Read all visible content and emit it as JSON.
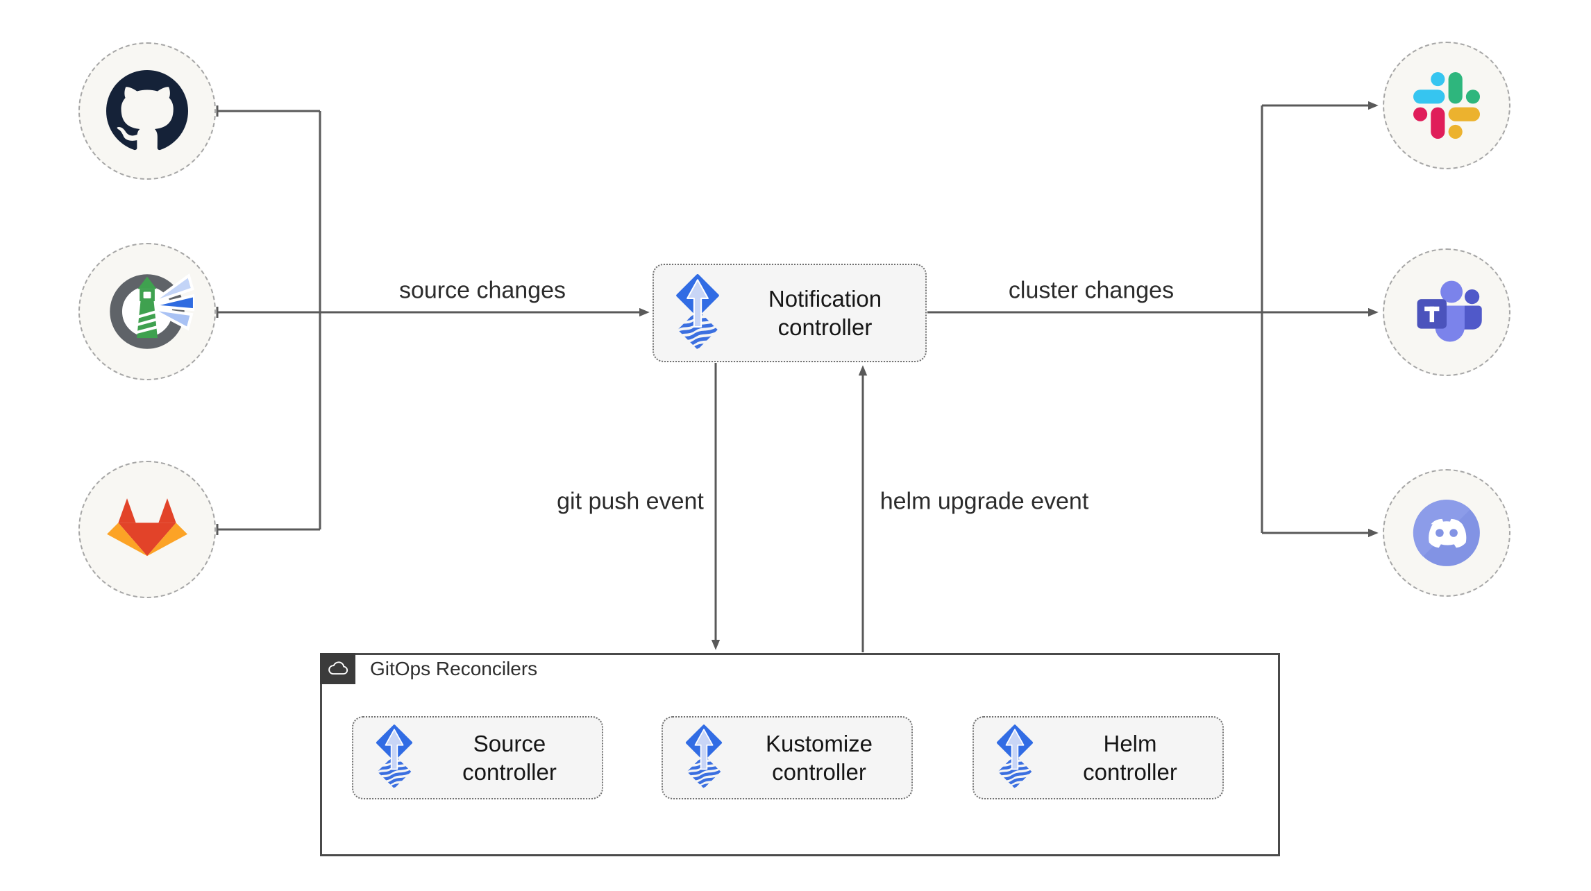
{
  "diagram": {
    "kind": "flux-notification-architecture"
  },
  "edges": {
    "source_changes": "source changes",
    "cluster_changes": "cluster changes",
    "git_push": "git push event",
    "helm_upgrade": "helm upgrade event"
  },
  "notification_controller": {
    "line1": "Notification",
    "line2": "controller"
  },
  "reconcilers": {
    "title": "GitOps Reconcilers",
    "controllers": [
      {
        "line1": "Source",
        "line2": "controller"
      },
      {
        "line1": "Kustomize",
        "line2": "controller"
      },
      {
        "line1": "Helm",
        "line2": "controller"
      }
    ]
  },
  "sources": [
    {
      "id": "github",
      "icon": "github-icon"
    },
    {
      "id": "harbor",
      "icon": "harbor-icon"
    },
    {
      "id": "gitlab",
      "icon": "gitlab-icon"
    }
  ],
  "alert_providers": [
    {
      "id": "slack",
      "icon": "slack-icon"
    },
    {
      "id": "teams",
      "icon": "teams-icon"
    },
    {
      "id": "discord",
      "icon": "discord-icon"
    }
  ],
  "colors": {
    "flux_blue": "#316ce4",
    "flux_arrow_light": "#c8d5f6",
    "connector_gray": "#595959",
    "dashed_circle_gray": "#a6a6a6",
    "node_fill": "#f8f7f3",
    "box_fill": "#f5f5f5",
    "gitops_border": "#4a4a4a",
    "badge_dark": "#3b3b3b",
    "github_navy": "#152238",
    "harbor_green": "#3fa14f",
    "gitlab_red": "#e24329",
    "gitlab_orange": "#fca326",
    "slack_blue": "#36c5f0",
    "slack_green": "#2eb67d",
    "slack_yellow": "#ecb22e",
    "slack_pink": "#e01e5a",
    "teams_purple": "#5059c9",
    "teams_light": "#7b83eb",
    "discord_blurple": "#8293e4"
  }
}
